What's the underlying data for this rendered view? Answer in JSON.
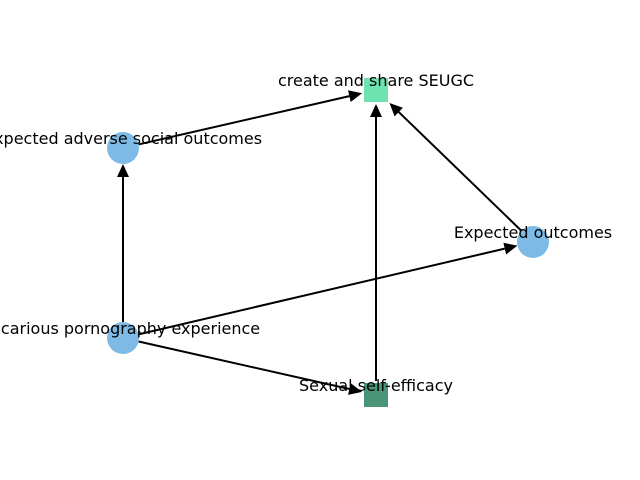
{
  "diagram": {
    "type": "directed-graph",
    "nodes": [
      {
        "id": "seugc",
        "label": "create and share SEUGC",
        "shape": "square",
        "color": "#6EE2B0"
      },
      {
        "id": "adverse",
        "label": "Expected adverse social outcomes",
        "shape": "circle",
        "color": "#7DBBE6"
      },
      {
        "id": "outcomes",
        "label": "Expected outcomes",
        "shape": "circle",
        "color": "#7DBBE6"
      },
      {
        "id": "vicarious",
        "label": "Vicarious pornography experience",
        "shape": "circle",
        "color": "#7DBBE6"
      },
      {
        "id": "efficacy",
        "label": "Sexual self-efficacy",
        "shape": "square",
        "color": "#4A9478"
      }
    ],
    "edges": [
      {
        "from": "adverse",
        "to": "seugc"
      },
      {
        "from": "outcomes",
        "to": "seugc"
      },
      {
        "from": "efficacy",
        "to": "seugc"
      },
      {
        "from": "vicarious",
        "to": "adverse"
      },
      {
        "from": "vicarious",
        "to": "outcomes"
      },
      {
        "from": "vicarious",
        "to": "efficacy"
      }
    ]
  }
}
